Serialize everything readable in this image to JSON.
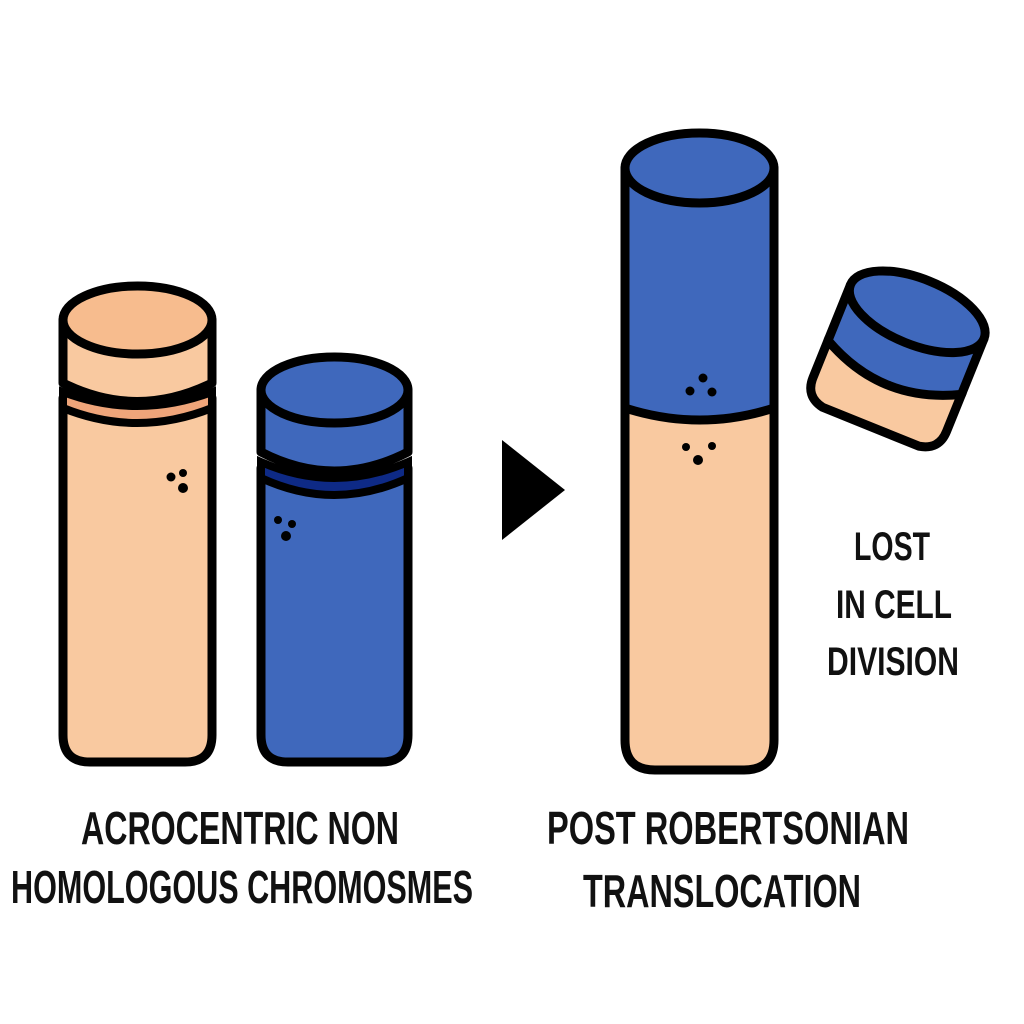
{
  "labels": {
    "left_line1": "ACROCENTRIC NON",
    "left_line2": "HOMOLOGOUS CHROMOSMES",
    "right_line1": "POST ROBERTSONIAN",
    "right_line2": "TRANSLOCATION",
    "lost_line1": "LOST",
    "lost_line2": "IN CELL",
    "lost_line3": "DIVISION"
  },
  "colors": {
    "peach": "#F9C9A0",
    "peach_dark": "#F7BC8E",
    "peach_band": "#EFA57A",
    "blue": "#3F68BC",
    "blue_dark": "#0E2A86",
    "outline": "#000000",
    "text": "#111111"
  },
  "icons": {
    "arrow": "triangle-right-arrow-icon"
  }
}
